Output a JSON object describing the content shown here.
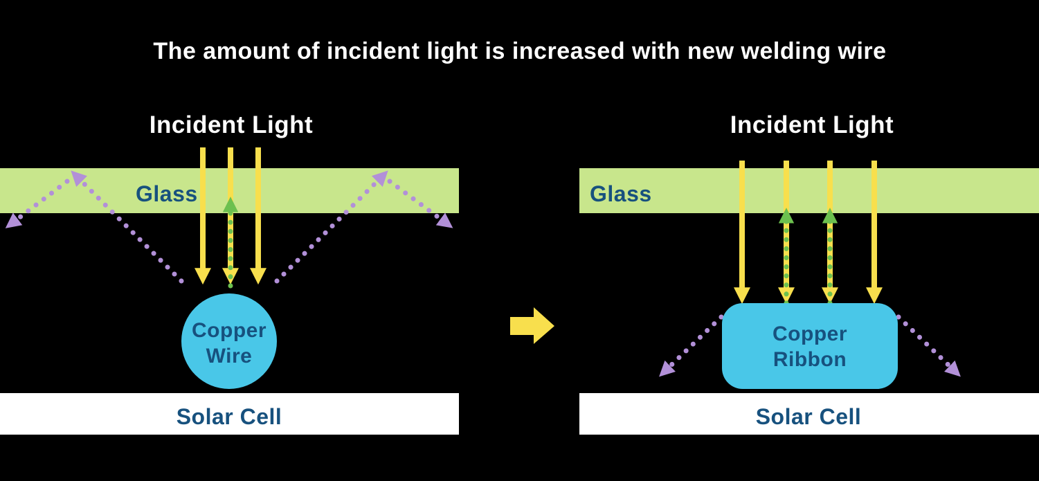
{
  "title": "The amount of incident light is increased with new welding wire",
  "colors": {
    "background": "#000000",
    "title_text": "#ffffff",
    "glass_fill": "#c8e68c",
    "label_blue": "#17517e",
    "incident_yellow": "#f8df4d",
    "reflected_green": "#6cc04f",
    "scattered_purple": "#b290d8",
    "conductor_cyan": "#49c7e8",
    "solar_cell_fill": "#ffffff"
  },
  "left_panel": {
    "incident_light_label": "Incident Light",
    "glass_label": "Glass",
    "conductor_label_line1": "Copper",
    "conductor_label_line2": "Wire",
    "solar_cell_label": "Solar Cell"
  },
  "right_panel": {
    "incident_light_label": "Incident Light",
    "glass_label": "Glass",
    "conductor_label_line1": "Copper",
    "conductor_label_line2": "Ribbon",
    "solar_cell_label": "Solar Cell"
  }
}
